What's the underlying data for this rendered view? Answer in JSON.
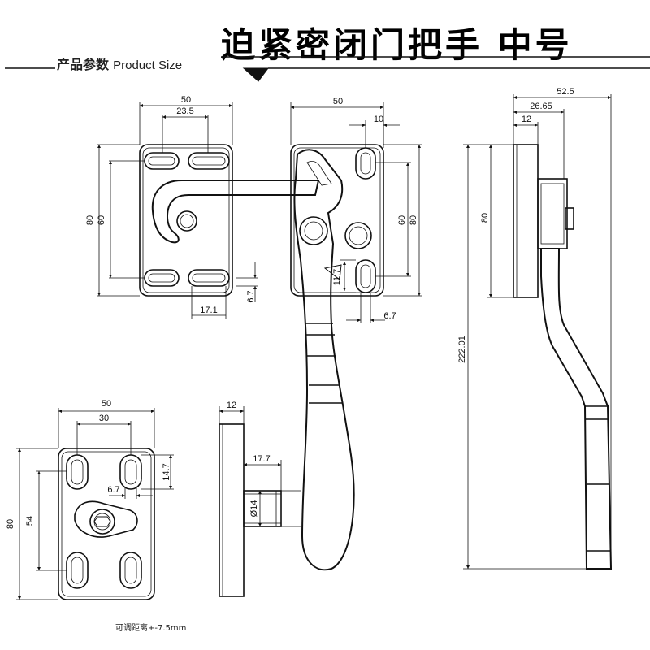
{
  "title": "迫紧密闭门把手 中号",
  "section_heading": {
    "cn": "产品参数",
    "en": "Product Size"
  },
  "footnote": "可调距离+-7.5mm",
  "dimensions": {
    "keeper_width": "50",
    "keeper_hole_spacing": "23.5",
    "keeper_height": "80",
    "keeper_hole_pitch": "60",
    "keeper_slot_length": "17.1",
    "keeper_slot_width": "6.7",
    "handle_base_width": "50",
    "handle_hole_offset": "10",
    "handle_base_height": "80",
    "handle_hole_pitch": "60",
    "handle_slot_length": "11.7",
    "handle_slot_width": "6.7",
    "side_total_depth": "52.5",
    "side_mid_depth": "26.65",
    "side_plate_thickness": "12",
    "side_plate_height": "80",
    "side_total_length": "222.01",
    "rear_plate_width": "50",
    "rear_hole_spacing": "30",
    "rear_plate_height": "80",
    "rear_hole_pitch": "54",
    "rear_slot_length": "14.7",
    "rear_slot_width": "6.7",
    "stem_plate_thickness": "12",
    "stem_length": "17.7",
    "stem_diameter": "Ø14"
  }
}
